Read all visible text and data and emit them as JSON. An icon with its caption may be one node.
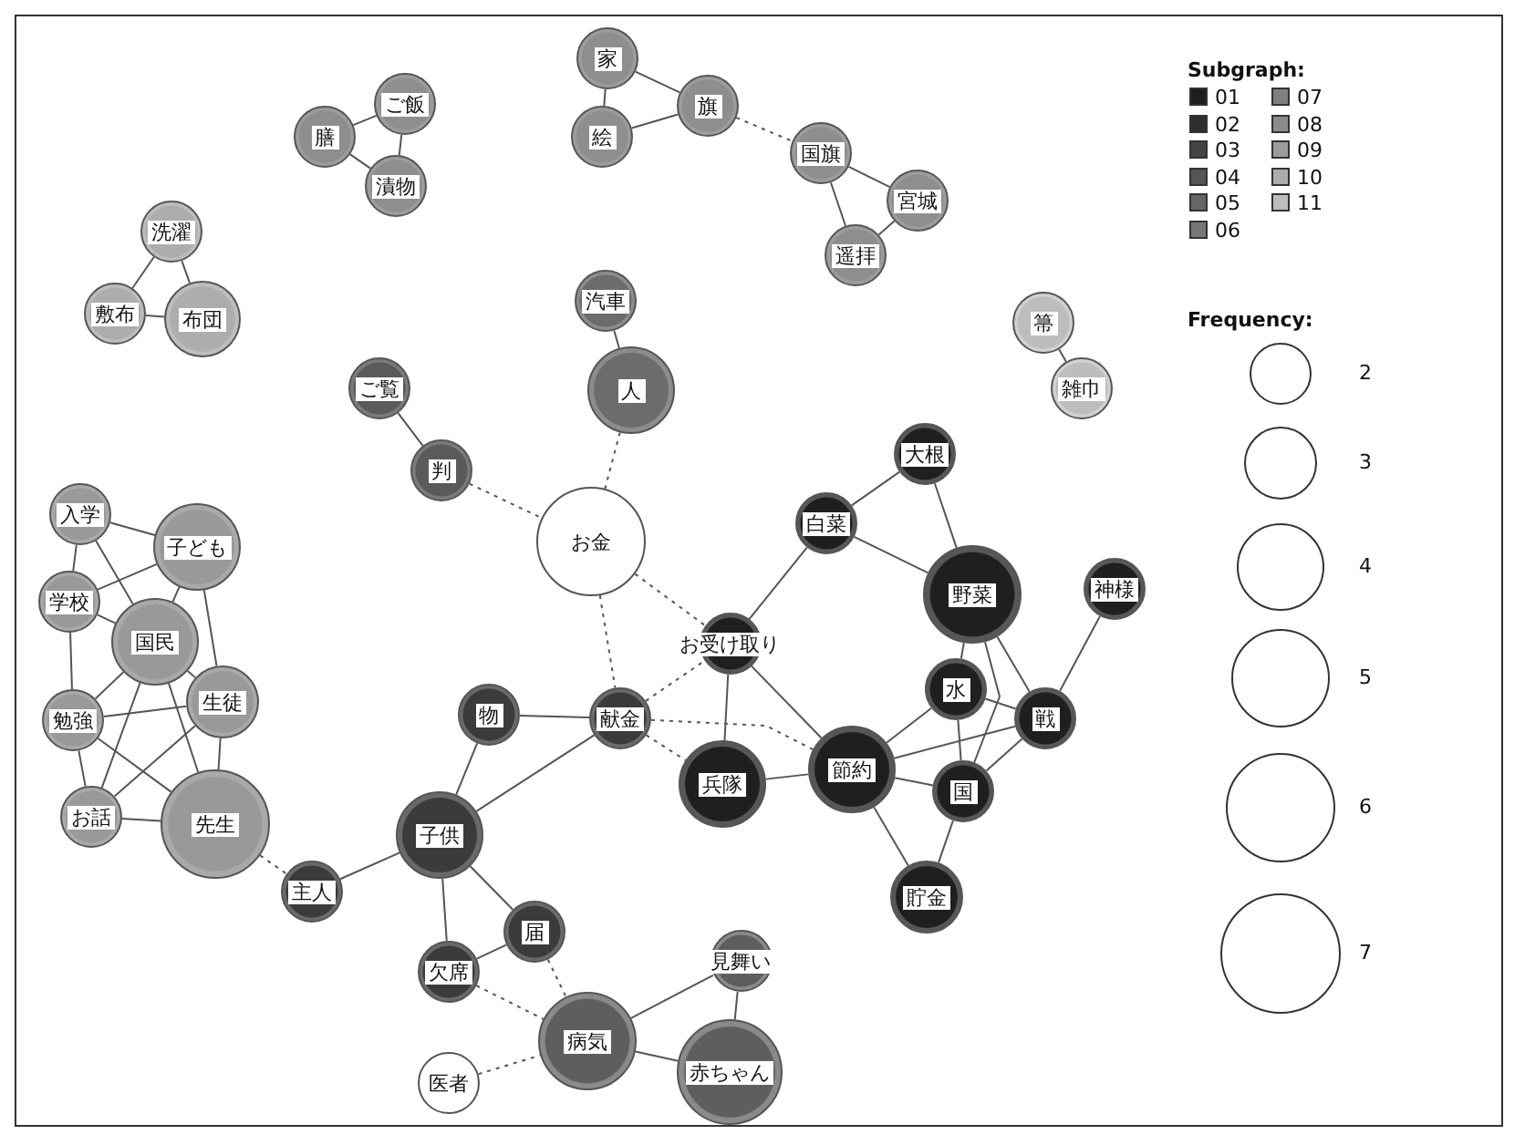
{
  "diagram": {
    "nodes": [
      {
        "text": [
          "家"
        ]
      },
      {
        "text": [
          "旗"
        ]
      },
      {
        "text": [
          "膳"
        ]
      },
      {
        "text": [
          "ご飯"
        ]
      },
      {
        "text": [
          "絵"
        ]
      },
      {
        "text": [
          "国旗"
        ]
      },
      {
        "text": [
          "漬物"
        ]
      },
      {
        "text": [
          "宮城"
        ]
      },
      {
        "text": [
          "洗濯"
        ]
      },
      {
        "text": [
          "遥拝"
        ]
      },
      {
        "text": [
          "敷布"
        ]
      },
      {
        "text": [
          "布団"
        ]
      },
      {
        "text": [
          "箒"
        ]
      },
      {
        "text": [
          "汽車"
        ]
      },
      {
        "text": [
          "雑巾"
        ]
      },
      {
        "text": [
          "人"
        ]
      },
      {
        "text": [
          "ご覧"
        ]
      },
      {
        "text": [
          "判"
        ]
      },
      {
        "text": [
          "大根"
        ]
      },
      {
        "text": [
          "入学"
        ]
      },
      {
        "text": [
          "子ども"
        ]
      },
      {
        "text": [
          "白菜"
        ]
      },
      {
        "text": [
          "お金"
        ]
      },
      {
        "text": [
          "野菜"
        ]
      },
      {
        "text": [
          "神様"
        ]
      },
      {
        "text": [
          "学校"
        ]
      },
      {
        "text": [
          "国民"
        ]
      },
      {
        "text": [
          "お受け取り"
        ]
      },
      {
        "text": [
          "物"
        ]
      },
      {
        "text": [
          "献金"
        ]
      },
      {
        "text": [
          "水"
        ]
      },
      {
        "text": [
          "戦"
        ]
      },
      {
        "text": [
          "勉強"
        ]
      },
      {
        "text": [
          "生徒"
        ]
      },
      {
        "text": [
          "兵隊"
        ]
      },
      {
        "text": [
          "節約"
        ]
      },
      {
        "text": [
          "国"
        ]
      },
      {
        "text": [
          "お話"
        ]
      },
      {
        "text": [
          "先生"
        ]
      },
      {
        "text": [
          "子供"
        ]
      },
      {
        "text": [
          "主人"
        ]
      },
      {
        "text": [
          "貯金"
        ]
      },
      {
        "text": [
          "届"
        ]
      },
      {
        "text": [
          "欠席"
        ]
      },
      {
        "text": [
          "見舞い"
        ]
      },
      {
        "text": [
          "病気"
        ]
      },
      {
        "text": [
          "赤ちゃん"
        ]
      },
      {
        "text": [
          "医者"
        ]
      }
    ],
    "edges": [
      {
        "from": 0,
        "to": 1,
        "arrow": "none"
      },
      {
        "from": 0,
        "to": 4,
        "arrow": "none"
      },
      {
        "from": 4,
        "to": 1,
        "arrow": "none"
      },
      {
        "from": 1,
        "to": 5,
        "arrow": "none",
        "style": "dashed"
      },
      {
        "from": 5,
        "to": 7,
        "arrow": "none"
      },
      {
        "from": 5,
        "to": 9,
        "arrow": "none"
      },
      {
        "from": 7,
        "to": 9,
        "arrow": "none"
      },
      {
        "from": 2,
        "to": 3,
        "arrow": "none"
      },
      {
        "from": 2,
        "to": 6,
        "arrow": "none"
      },
      {
        "from": 3,
        "to": 6,
        "arrow": "none"
      },
      {
        "from": 8,
        "to": 10,
        "arrow": "none"
      },
      {
        "from": 8,
        "to": 11,
        "arrow": "none"
      },
      {
        "from": 10,
        "to": 11,
        "arrow": "none"
      },
      {
        "from": 12,
        "to": 14,
        "arrow": "none"
      },
      {
        "from": 13,
        "to": 15,
        "arrow": "none"
      },
      {
        "from": 15,
        "to": 22,
        "arrow": "none",
        "style": "dashed"
      },
      {
        "from": 16,
        "to": 17,
        "arrow": "none"
      },
      {
        "from": 17,
        "to": 22,
        "arrow": "none",
        "style": "dashed"
      },
      {
        "from": 22,
        "to": 27,
        "arrow": "none",
        "style": "dashed"
      },
      {
        "from": 22,
        "to": 29,
        "arrow": "none",
        "style": "dashed"
      },
      {
        "from": 18,
        "to": 21,
        "arrow": "none"
      },
      {
        "from": 18,
        "to": 23,
        "arrow": "none"
      },
      {
        "from": 21,
        "to": 23,
        "arrow": "none"
      },
      {
        "from": 21,
        "to": 27,
        "arrow": "none"
      },
      {
        "from": 27,
        "to": 34,
        "arrow": "none"
      },
      {
        "from": 27,
        "to": 35,
        "arrow": "none"
      },
      {
        "from": 29,
        "to": 27,
        "arrow": "none",
        "style": "dashed"
      },
      {
        "from": 24,
        "to": 31,
        "arrow": "none"
      },
      {
        "from": 23,
        "to": 30,
        "arrow": "none"
      },
      {
        "from": 23,
        "to": 36,
        "arrow": "none"
      },
      {
        "from": 23,
        "to": 31,
        "arrow": "none"
      },
      {
        "from": 30,
        "to": 36,
        "arrow": "none"
      },
      {
        "from": 30,
        "to": 31,
        "arrow": "none"
      },
      {
        "from": 30,
        "to": 35,
        "arrow": "none"
      },
      {
        "from": 31,
        "to": 35,
        "arrow": "none"
      },
      {
        "from": 31,
        "to": 36,
        "arrow": "none"
      },
      {
        "from": 34,
        "to": 35,
        "arrow": "none"
      },
      {
        "from": 35,
        "to": 36,
        "arrow": "none"
      },
      {
        "from": 35,
        "to": 41,
        "arrow": "none"
      },
      {
        "from": 36,
        "to": 41,
        "arrow": "none"
      },
      {
        "from": 29,
        "to": 34,
        "arrow": "none",
        "style": "dashed"
      },
      {
        "from": 29,
        "to": 35,
        "arrow": "none",
        "style": "dashed"
      },
      {
        "from": 28,
        "to": 29,
        "arrow": "none"
      },
      {
        "from": 28,
        "to": 39,
        "arrow": "none"
      },
      {
        "from": 29,
        "to": 39,
        "arrow": "none"
      },
      {
        "from": 39,
        "to": 40,
        "arrow": "none"
      },
      {
        "from": 39,
        "to": 43,
        "arrow": "none"
      },
      {
        "from": 39,
        "to": 42,
        "arrow": "none"
      },
      {
        "from": 43,
        "to": 42,
        "arrow": "none"
      },
      {
        "from": 38,
        "to": 40,
        "arrow": "none",
        "style": "dashed"
      },
      {
        "from": 42,
        "to": 45,
        "arrow": "none",
        "style": "dashed"
      },
      {
        "from": 43,
        "to": 45,
        "arrow": "none",
        "style": "dashed"
      },
      {
        "from": 47,
        "to": 45,
        "arrow": "none",
        "style": "dashed"
      },
      {
        "from": 45,
        "to": 44,
        "arrow": "none"
      },
      {
        "from": 45,
        "to": 46,
        "arrow": "none"
      },
      {
        "from": 44,
        "to": 46,
        "arrow": "none"
      },
      {
        "from": 19,
        "to": 20,
        "arrow": "none"
      },
      {
        "from": 19,
        "to": 25,
        "arrow": "none"
      },
      {
        "from": 19,
        "to": 26,
        "arrow": "none"
      },
      {
        "from": 25,
        "to": 20,
        "arrow": "none"
      },
      {
        "from": 25,
        "to": 26,
        "arrow": "none"
      },
      {
        "from": 25,
        "to": 32,
        "arrow": "none"
      },
      {
        "from": 20,
        "to": 26,
        "arrow": "none"
      },
      {
        "from": 20,
        "to": 33,
        "arrow": "none"
      },
      {
        "from": 26,
        "to": 32,
        "arrow": "none"
      },
      {
        "from": 26,
        "to": 33,
        "arrow": "none"
      },
      {
        "from": 26,
        "to": 37,
        "arrow": "none"
      },
      {
        "from": 26,
        "to": 38,
        "arrow": "none"
      },
      {
        "from": 32,
        "to": 33,
        "arrow": "none"
      },
      {
        "from": 32,
        "to": 37,
        "arrow": "none"
      },
      {
        "from": 32,
        "to": 38,
        "arrow": "none"
      },
      {
        "from": 33,
        "to": 37,
        "arrow": "none"
      },
      {
        "from": 33,
        "to": 38,
        "arrow": "none"
      },
      {
        "from": 37,
        "to": 38,
        "arrow": "none"
      }
    ],
    "labels": [
      "Subgraph:",
      "Frequency:"
    ],
    "legend": [
      {
        "text": "01",
        "color": "#1e1e1e"
      },
      {
        "text": "02",
        "color": "#2e2e2e"
      },
      {
        "text": "03",
        "color": "#444444"
      },
      {
        "text": "04",
        "color": "#555555"
      },
      {
        "text": "05",
        "color": "#666666"
      },
      {
        "text": "06",
        "color": "#777777"
      },
      {
        "text": "07",
        "color": "#808080"
      },
      {
        "text": "08",
        "color": "#8c8c8c"
      },
      {
        "text": "09",
        "color": "#9c9c9c"
      },
      {
        "text": "10",
        "color": "#acacac"
      },
      {
        "text": "11",
        "color": "#bdbdbd"
      },
      {
        "text": "2"
      },
      {
        "text": "3"
      },
      {
        "text": "4"
      },
      {
        "text": "5"
      },
      {
        "text": "6"
      },
      {
        "text": "7"
      }
    ]
  }
}
